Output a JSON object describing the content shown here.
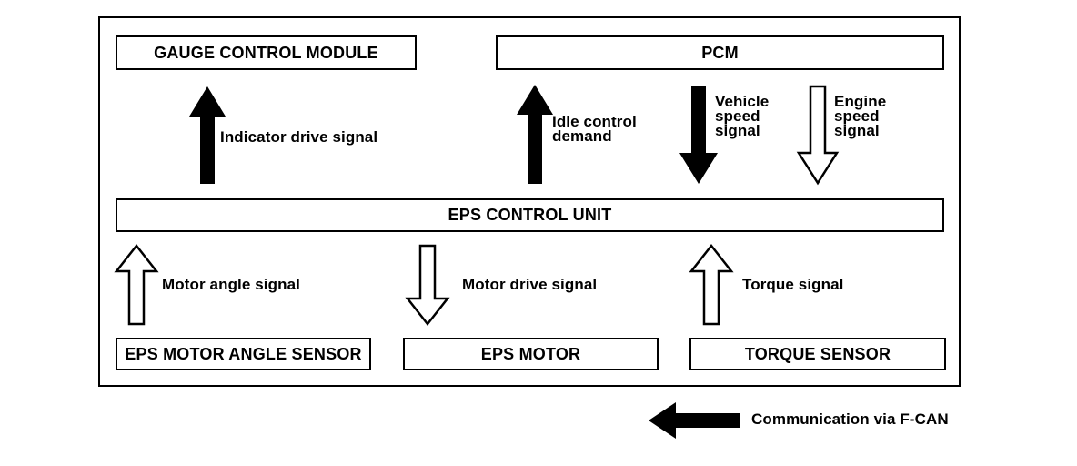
{
  "colors": {
    "ink": "#000000",
    "background": "#ffffff"
  },
  "diagram": {
    "modules": {
      "gauge_control_module": {
        "label": "GAUGE CONTROL MODULE"
      },
      "pcm": {
        "label": "PCM"
      },
      "eps_control_unit": {
        "label": "EPS CONTROL UNIT"
      },
      "eps_motor_angle_sensor": {
        "label": "EPS MOTOR ANGLE SENSOR"
      },
      "eps_motor": {
        "label": "EPS MOTOR"
      },
      "torque_sensor": {
        "label": "TORQUE SENSOR"
      }
    },
    "signals": {
      "indicator_drive": {
        "label": "Indicator drive signal",
        "direction": "up",
        "arrow_style": "filled"
      },
      "idle_control": {
        "label": "Idle control\ndemand",
        "direction": "up",
        "arrow_style": "filled"
      },
      "vehicle_speed": {
        "label": "Vehicle\nspeed\nsignal",
        "direction": "down",
        "arrow_style": "filled"
      },
      "engine_speed": {
        "label": "Engine\nspeed\nsignal",
        "direction": "down",
        "arrow_style": "open"
      },
      "motor_angle": {
        "label": "Motor angle signal",
        "direction": "up",
        "arrow_style": "open"
      },
      "motor_drive": {
        "label": "Motor drive signal",
        "direction": "down",
        "arrow_style": "open"
      },
      "torque": {
        "label": "Torque signal",
        "direction": "up",
        "arrow_style": "open"
      }
    },
    "legend": {
      "label": "Communication via F-CAN",
      "direction": "left",
      "arrow_style": "filled"
    }
  }
}
